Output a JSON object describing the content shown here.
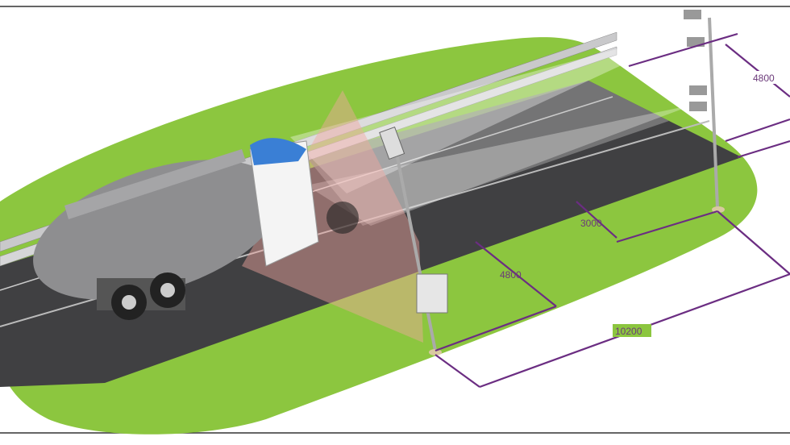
{
  "diagram": {
    "dimensions": {
      "camera_pole_span": "4800",
      "lane_offset": "3000",
      "sensor_pole_span": "4800",
      "total_length": "10200"
    }
  },
  "colors": {
    "grass": "#8cc63f",
    "road": "#3f3f41",
    "dimension": "#6b2d82",
    "beam": "#f2a7a0"
  }
}
